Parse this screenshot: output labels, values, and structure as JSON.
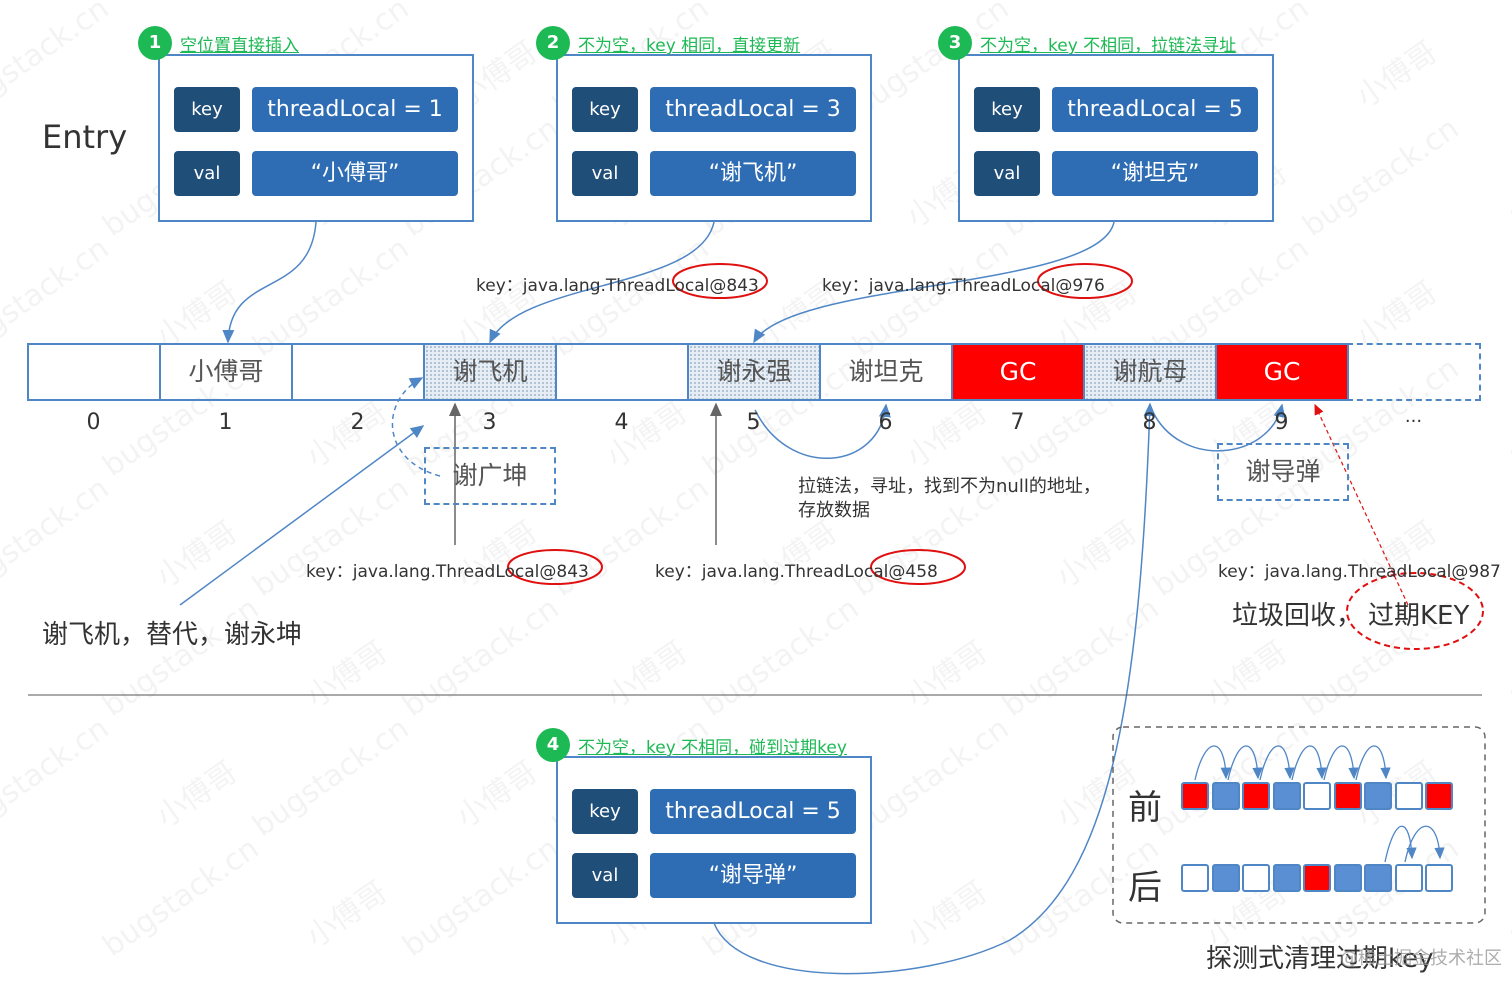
{
  "entry_label": "Entry",
  "panels": [
    {
      "num": "1",
      "title": "空位置直接插入",
      "key_label": "key",
      "key_value": "threadLocal = 1",
      "val_label": "val",
      "val_value": "“小傅哥”"
    },
    {
      "num": "2",
      "title": "不为空，key 相同，直接更新",
      "key_label": "key",
      "key_value": "threadLocal = 3",
      "val_label": "val",
      "val_value": "“谢飞机”"
    },
    {
      "num": "3",
      "title": "不为空，key 不相同，拉链法寻址",
      "key_label": "key",
      "key_value": "threadLocal = 5",
      "val_label": "val",
      "val_value": "“谢坦克”"
    },
    {
      "num": "4",
      "title": "不为空，key 不相同，碰到过期key",
      "key_label": "key",
      "key_value": "threadLocal = 5",
      "val_label": "val",
      "val_value": "“谢导弹”"
    }
  ],
  "array_cells": [
    {
      "label": "",
      "index": "0",
      "style": "empty"
    },
    {
      "label": "小傅哥",
      "index": "1",
      "style": "empty"
    },
    {
      "label": "",
      "index": "2",
      "style": "empty"
    },
    {
      "label": "谢飞机",
      "index": "3",
      "style": "dotted"
    },
    {
      "label": "",
      "index": "4",
      "style": "empty"
    },
    {
      "label": "谢永强",
      "index": "5",
      "style": "dotted"
    },
    {
      "label": "谢坦克",
      "index": "6",
      "style": "empty"
    },
    {
      "label": "GC",
      "index": "7",
      "style": "gc"
    },
    {
      "label": "谢航母",
      "index": "8",
      "style": "dotted"
    },
    {
      "label": "GC",
      "index": "9",
      "style": "gc"
    },
    {
      "label": "",
      "index": "...",
      "style": "dashed"
    }
  ],
  "key_labels": [
    {
      "prefix": "key：",
      "value": "java.lang.ThreadLocal@843"
    },
    {
      "prefix": "key：",
      "value": "java.lang.ThreadLocal@976"
    },
    {
      "prefix": "key：",
      "value": "java.lang.ThreadLocal@843"
    },
    {
      "prefix": "key：",
      "value": "java.lang.ThreadLocal@458"
    },
    {
      "prefix": "key：",
      "value": "java.lang.ThreadLocal@987"
    }
  ],
  "dashed_nodes": {
    "xie_guangkun": "谢广坤",
    "xie_daodan": "谢导弹"
  },
  "annotations": {
    "chain_note_line1": "拉链法，寻址，找到不为null的地址，",
    "chain_note_line2": "存放数据",
    "replace_note": "谢飞机，替代，谢永坤",
    "gc_note": "垃圾回收，",
    "expired_key": "过期KEY"
  },
  "probe": {
    "before_label": "前",
    "after_label": "后",
    "caption": "探测式清理过期key",
    "before_cells": [
      "red",
      "blue",
      "red",
      "blue",
      "white",
      "red",
      "blue",
      "white",
      "red"
    ],
    "after_cells": [
      "white",
      "blue",
      "white",
      "blue",
      "red",
      "blue",
      "blue",
      "white",
      "white"
    ],
    "colors": {
      "red": "#ff0000",
      "blue": "#5b8fd4",
      "white": "#ffffff"
    }
  },
  "watermark_text": "bugstack.cn",
  "watermark_logo": "小傅哥",
  "credit_text": "@稀土掘金技术社区",
  "colors": {
    "panel_border": "#4f86c6",
    "key_bg": "#1f4e79",
    "val_bg": "#2e6db4",
    "gc": "#ff0000",
    "badge": "#1db954",
    "highlight_circle": "#e01010"
  }
}
